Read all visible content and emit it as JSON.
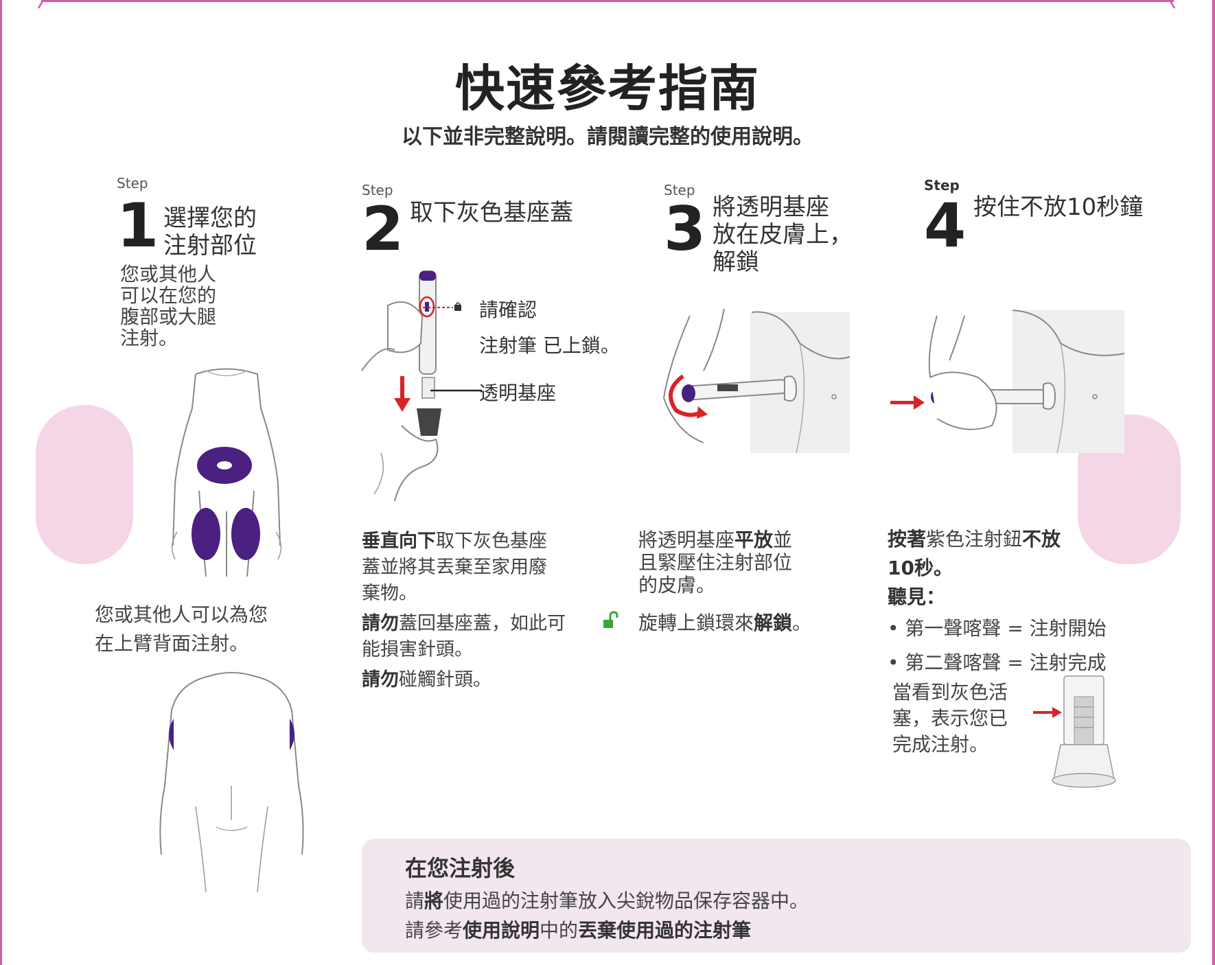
{
  "header": {
    "title": "快速參考指南",
    "subtitle": "以下並非完整說明。請閱讀完整的使用說明。"
  },
  "steps": [
    {
      "word": "Step",
      "number": "1",
      "title_lines": [
        "選擇您的",
        "注射部位"
      ],
      "intro_lines": [
        "您或其他人",
        "可以在您的",
        "腹部或大腿",
        "注射。"
      ],
      "back_lines": [
        "您或其他人可以為您",
        "在上臂背面注射。"
      ]
    },
    {
      "word": "Step",
      "number": "2",
      "title": "取下灰色基座蓋",
      "callout_check": "請確認",
      "callout_locked": "注射筆 已上鎖。",
      "callout_base": "透明基座",
      "p1_bold": "垂直向下",
      "p1_rest_line1": "取下灰色基座",
      "p1_line2": "蓋並將其丟棄至家用廢",
      "p1_line3": "棄物。",
      "p2_bold": "請勿",
      "p2_rest_line1": "蓋回基座蓋，如此可",
      "p2_line2": "能損害針頭。",
      "p3_bold": "請勿",
      "p3_rest": "碰觸針頭。"
    },
    {
      "word": "Step",
      "number": "3",
      "title_lines": [
        "將透明基座",
        "放在皮膚上，",
        "解鎖"
      ],
      "p1_a": "將透明基座",
      "p1_b": "平放",
      "p1_c": "並",
      "p1_line2": "且緊壓住注射部位",
      "p1_line3": "的皮膚。",
      "p2_a": "旋轉上鎖環來",
      "p2_b": "解鎖",
      "p2_c": "。"
    },
    {
      "word": "Step",
      "number": "4",
      "title": "按住不放10秒鐘",
      "p1_a": "按著",
      "p1_b": "紫色注射鈕",
      "p1_c": "不放",
      "p1_line2": "10秒。",
      "hear": "聽見：",
      "bullet1": "第一聲喀聲 = 注射開始",
      "bullet2": "第二聲喀聲 = 注射完成",
      "plunger_lines": [
        "當看到灰色活",
        "塞，表示您已",
        "完成注射。"
      ]
    }
  ],
  "after": {
    "title": "在您注射後",
    "line1_a": "請",
    "line1_b": "將",
    "line1_c": "使用過的注射筆放入尖銳物品保存容器中。",
    "line2_a": "請參考",
    "line2_b": "使用說明",
    "line2_c": "中的",
    "line2_d": "丟棄使用過的注射筆"
  },
  "colors": {
    "frame": "#d85aa8",
    "purple": "#4a2080",
    "red": "#d8232a",
    "pink_blob": "#f5d6e6",
    "after_box": "#f2e6ef",
    "unlock_green": "#3aa53a"
  }
}
